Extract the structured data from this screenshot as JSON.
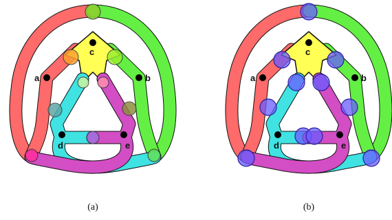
{
  "panels": [
    {
      "caption": "(a)",
      "vertex_labels": {
        "a": "a",
        "b": "b",
        "c": "c",
        "d": "d",
        "e": "e"
      }
    },
    {
      "caption": "(b)",
      "vertex_labels": {
        "a": "a",
        "b": "b",
        "c": "c",
        "d": "d",
        "e": "e"
      }
    }
  ],
  "colors": {
    "red": "#ff5b5b",
    "green": "#5cf03a",
    "yellow": "#ffff4a",
    "cyan": "#3ff5f5",
    "magenta": "#ef52dd",
    "violet_overlap": "#7a63e8",
    "orange_overlap": "#ff9a30",
    "blue_marker": "#6a5cff"
  }
}
